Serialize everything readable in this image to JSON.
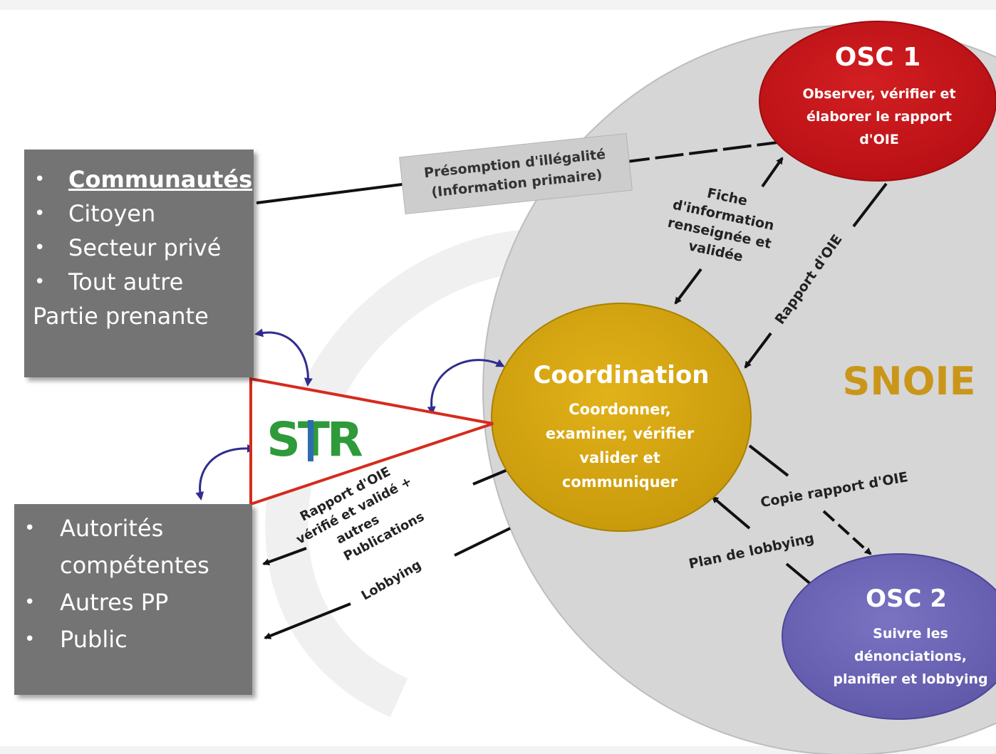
{
  "stakeholders_box": {
    "items": [
      "Communautés",
      "Citoyen",
      "Secteur privé",
      "Tout autre"
    ],
    "trailing": "Partie prenante"
  },
  "authorities_box": {
    "items": [
      "Autorités compétentes",
      "Autres PP",
      "Public"
    ]
  },
  "logo_text": "STR",
  "osc1": {
    "title": "OSC 1",
    "line1": "Observer, vérifier et",
    "line2": "élaborer le rapport",
    "line3": "d'OIE"
  },
  "coordination": {
    "title": "Coordination",
    "line1": "Coordonner,",
    "line2": "examiner, vérifier",
    "line3": "valider et",
    "line4": "communiquer"
  },
  "osc2": {
    "title": "OSC 2",
    "line1": "Suivre les",
    "line2": "dénonciations,",
    "line3": "planifier et lobbying"
  },
  "snoie_label": "SNOIE",
  "labels": {
    "presumption_1": "Présomption d'illégalité",
    "presumption_2": "(Information primaire)",
    "fiche_1": "Fiche",
    "fiche_2": "d'information",
    "fiche_3": "renseignée et",
    "fiche_4": "validée",
    "rapport_oie": "Rapport d'OIE",
    "copie_rapport": "Copie rapport  d'OIE",
    "plan_lobbying": "Plan de lobbying",
    "rapport_verifie_1": "Rapport d'OIE",
    "rapport_verifie_2": "vérifié et validé +",
    "rapport_verifie_3": "autres",
    "rapport_verifie_4": "Publications",
    "lobbying": "Lobbying"
  },
  "colors": {
    "box_gray": "#747474",
    "circle_gray": "#d6d6d6",
    "osc1_red": "#c8161b",
    "coordination_gold": "#d6a60d",
    "osc2_purple": "#6c64b4",
    "snoie_gold": "#c9961a",
    "triangle_red": "#d52b1e",
    "logo_green": "#2e9a3a",
    "logo_blue": "#2f6bb1",
    "curve_arrow_blue": "#2f2d8f"
  }
}
